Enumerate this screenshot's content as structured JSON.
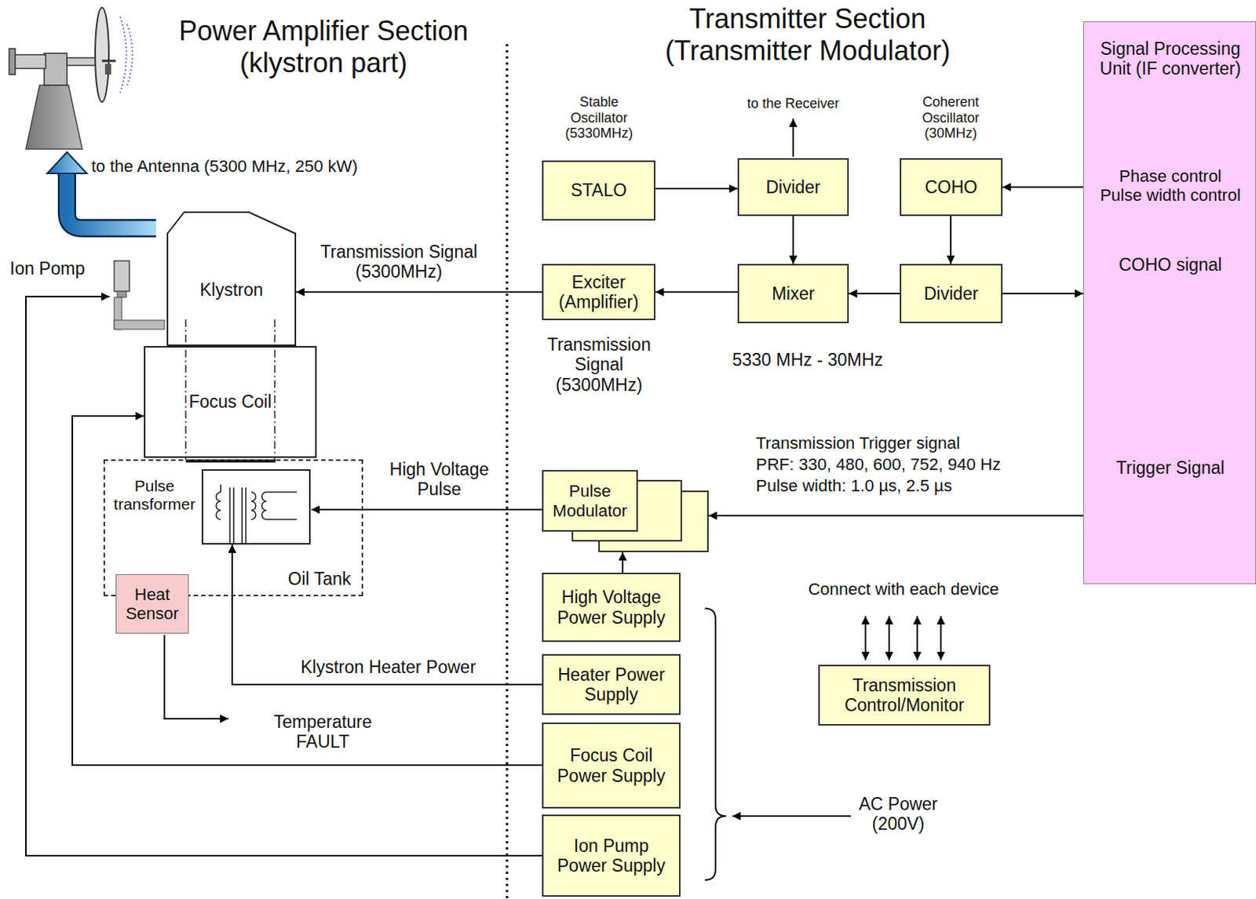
{
  "diagram": {
    "nodes": [
      {
        "text": [
          "Klystron"
        ]
      },
      {
        "text": [
          "Focus Coil"
        ]
      },
      {
        "text": [
          "Oil Tank"
        ]
      },
      {
        "text": [
          "Pulse transformer"
        ],
        "in": 2
      },
      {
        "text": [
          "Heat Sensor"
        ]
      },
      {
        "text": [
          "STALO"
        ]
      },
      {
        "text": [
          "Divider"
        ]
      },
      {
        "text": [
          "COHO"
        ]
      },
      {
        "text": [
          "Exciter (Amplifier)"
        ]
      },
      {
        "text": [
          "Mixer"
        ]
      },
      {
        "text": [
          "Divider"
        ]
      },
      {
        "text": [
          "Pulse Modulator"
        ]
      },
      {
        "text": [
          "High Voltage Power Supply"
        ]
      },
      {
        "text": [
          "Heater Power Supply"
        ]
      },
      {
        "text": [
          "Focus Coil Power Supply"
        ]
      },
      {
        "text": [
          "Ion Pump Power Supply"
        ]
      },
      {
        "text": [
          "Transmission Control/Monitor"
        ]
      },
      {
        "text": [
          "Signal Processing Unit (IF converter)",
          "Phase control Pulse width control",
          "COHO signal",
          "Trigger Signal"
        ]
      }
    ],
    "edges": [
      {
        "from": 5,
        "to": 6,
        "arrow": "to"
      },
      {
        "from": 6,
        "to": 9,
        "arrow": "to"
      },
      {
        "from": 7,
        "to": 10,
        "arrow": "to"
      },
      {
        "from": 10,
        "to": 9,
        "arrow": "to"
      },
      {
        "from": 9,
        "to": 8,
        "arrow": "to"
      },
      {
        "from": 8,
        "to": 0,
        "arrow": "to",
        "label": "Transmission Signal (5300MHz)"
      },
      {
        "from": 17,
        "to": 7,
        "arrow": "to"
      },
      {
        "from": 10,
        "to": 17,
        "arrow": "to"
      },
      {
        "from": 17,
        "to": 11,
        "arrow": "to",
        "label": "Transmission Trigger signal"
      },
      {
        "from": 12,
        "to": 11,
        "arrow": "to"
      },
      {
        "from": 11,
        "to": 3,
        "arrow": "to",
        "label": "High Voltage Pulse"
      },
      {
        "from": 13,
        "to": 3,
        "arrow": "to",
        "label": "Klystron Heater Power"
      },
      {
        "from": 14,
        "to": 1,
        "arrow": "to"
      }
    ],
    "labels": [
      "Power Amplifier Section",
      "(klystron part)",
      "Transmitter Section",
      "(Transmitter Modulator)",
      "to the Antenna (5300 MHz, 250 kW)",
      "Ion Pomp",
      "Stable Oscillator (5330MHz)",
      "to the Receiver",
      "Coherent Oscillator (30MHz)",
      "Transmission Signal (5300MHz)",
      "5330 MHz - 30MHz",
      "PRF: 330, 480, 600, 752, 940 Hz",
      "Pulse width: 1.0 µs, 2.5 µs",
      "Temperature FAULT",
      "Connect with each device",
      "AC Power (200V)"
    ]
  }
}
